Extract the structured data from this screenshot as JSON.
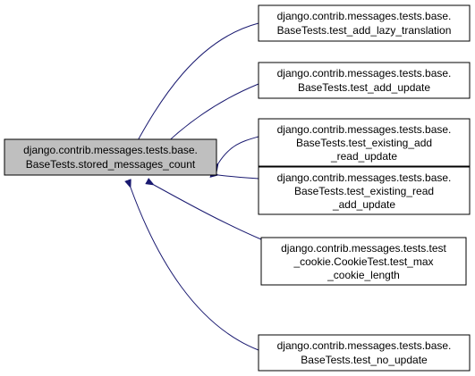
{
  "diagram": {
    "colors": {
      "edge": "#191970",
      "root_fill": "#bfbfbf",
      "node_fill": "#ffffff",
      "border": "#000000"
    },
    "root": {
      "lines": [
        "django.contrib.messages.tests.base.",
        "BaseTests.stored_messages_count"
      ]
    },
    "callers": [
      {
        "lines": [
          "django.contrib.messages.tests.base.",
          "BaseTests.test_add_lazy_translation"
        ]
      },
      {
        "lines": [
          "django.contrib.messages.tests.base.",
          "BaseTests.test_add_update"
        ]
      },
      {
        "lines": [
          "django.contrib.messages.tests.base.",
          "BaseTests.test_existing_add",
          "_read_update"
        ]
      },
      {
        "lines": [
          "django.contrib.messages.tests.base.",
          "BaseTests.test_existing_read",
          "_add_update"
        ]
      },
      {
        "lines": [
          "django.contrib.messages.tests.test",
          "_cookie.CookieTest.test_max",
          "_cookie_length"
        ]
      },
      {
        "lines": [
          "django.contrib.messages.tests.base.",
          "BaseTests.test_no_update"
        ]
      }
    ]
  }
}
